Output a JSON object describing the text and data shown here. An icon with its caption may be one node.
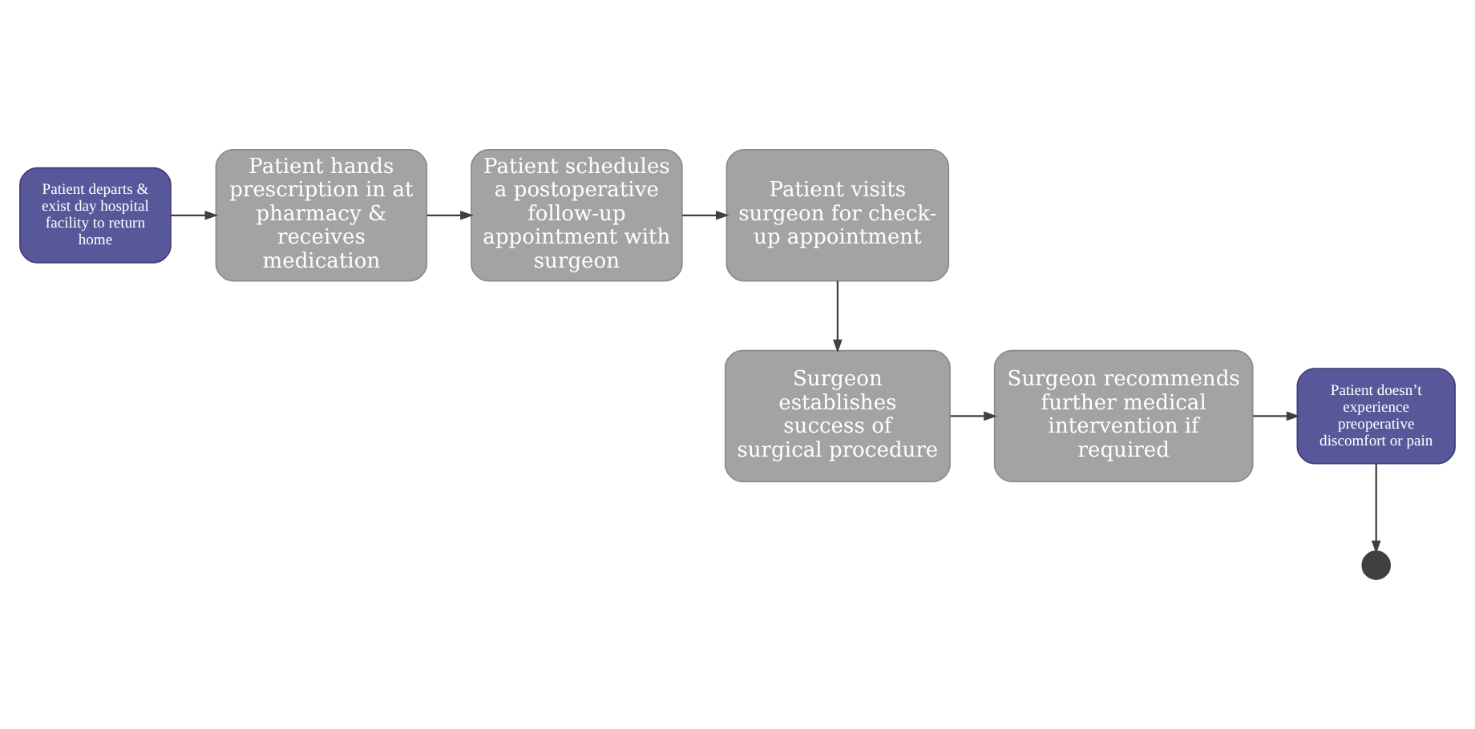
{
  "diagram": {
    "nodes": [
      {
        "text": [
          "Patient departs & exist day hospital facility to return home"
        ]
      },
      {
        "text": [
          "Patient hands prescription in at pharmacy & receives medication"
        ]
      },
      {
        "text": [
          "Patient schedules a postoperative follow-up appointment with surgeon"
        ]
      },
      {
        "text": [
          "Patient visits surgeon for check-up appointment"
        ]
      },
      {
        "text": [
          "Surgeon establishes success of surgical procedure"
        ]
      },
      {
        "text": [
          "Surgeon recommends further medical intervention if required"
        ]
      },
      {
        "text": [
          "Patient doesn’t experience preoperative discomfort or pain"
        ]
      },
      {
        "text": [],
        "shape": "circle"
      }
    ],
    "edges": [
      {
        "from": 0,
        "to": 1,
        "arrow": "to"
      },
      {
        "from": 1,
        "to": 2,
        "arrow": "to"
      },
      {
        "from": 2,
        "to": 3,
        "arrow": "to"
      },
      {
        "from": 3,
        "to": 4,
        "arrow": "to"
      },
      {
        "from": 4,
        "to": 5,
        "arrow": "to"
      },
      {
        "from": 5,
        "to": 6,
        "arrow": "to"
      },
      {
        "from": 6,
        "to": 7,
        "arrow": "to"
      }
    ]
  }
}
